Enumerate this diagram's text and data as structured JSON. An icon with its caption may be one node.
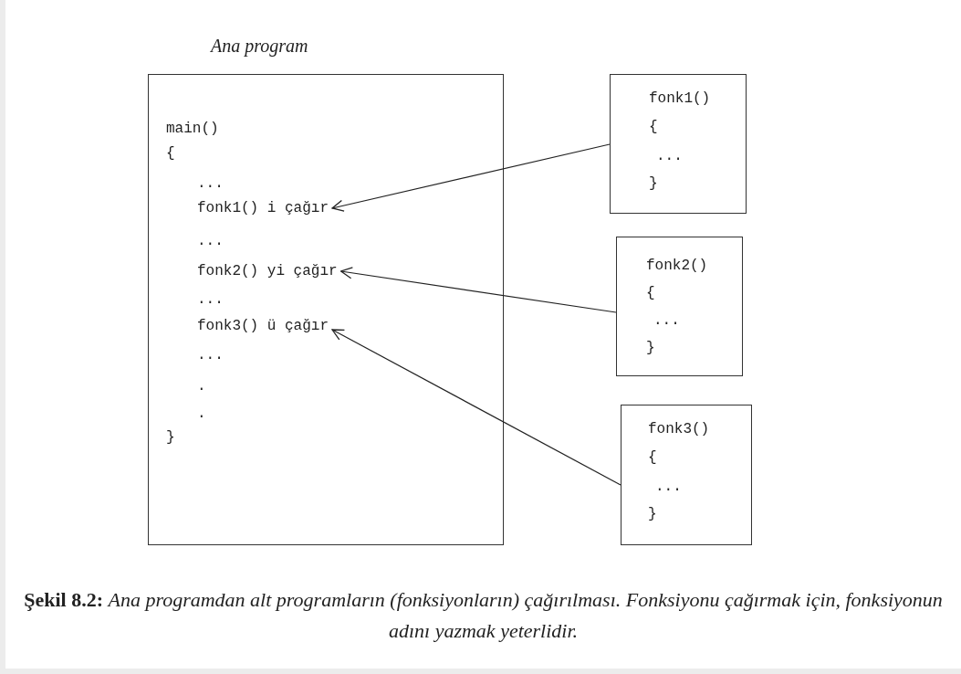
{
  "diagram": {
    "caption": "**Şekil 8.2:** *Ana programdan alt programların (fonksiyonların) çağırılması. Fonksiyonu çağırmak için, fonksiyonun adını yazmak yeterlidir.*",
    "nodes": [
      {
        "text": [
          "Ana program",
          "main()",
          "{",
          "...",
          "...",
          "...",
          "...",
          ".",
          ".",
          "}"
        ]
      },
      {
        "text": [
          "fonk1() i çağır"
        ],
        "in": 0
      },
      {
        "text": [
          "fonk2() yi çağır"
        ],
        "in": 0
      },
      {
        "text": [
          "fonk3() ü çağır"
        ],
        "in": 0
      },
      {
        "text": [
          "fonk1()",
          "{",
          "...",
          "}"
        ]
      },
      {
        "text": [
          "fonk2()",
          "{",
          "...",
          "}"
        ]
      },
      {
        "text": [
          "fonk3()",
          "{",
          "...",
          "}"
        ]
      }
    ],
    "edges": [
      {
        "from": 4,
        "to": 1,
        "arrow": "to"
      },
      {
        "from": 5,
        "to": 2,
        "arrow": "to"
      },
      {
        "from": 6,
        "to": 3,
        "arrow": "to"
      }
    ]
  }
}
